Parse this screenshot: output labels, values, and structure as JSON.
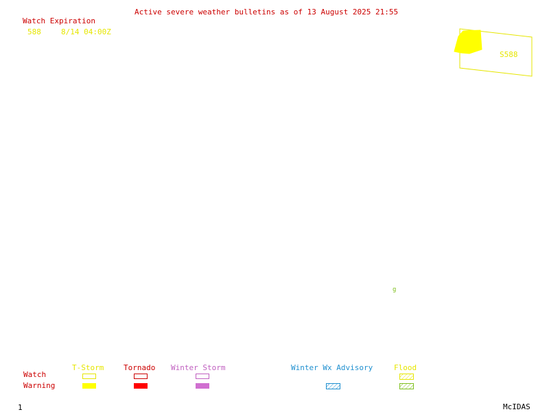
{
  "title": "Active severe weather bulletins as of 13 August 2025 21:55",
  "watch_expiration": {
    "heading": "Watch Expiration",
    "entries": [
      {
        "id": "588",
        "expires": "8/14 04:00Z"
      }
    ]
  },
  "map": {
    "watch_polygon_label": "S588",
    "flood_marker_label": "g"
  },
  "legend": {
    "row_labels": {
      "watch": "Watch",
      "warning": "Warning"
    },
    "categories": [
      {
        "key": "tstorm",
        "label": "T-Storm",
        "color": "#ffff00"
      },
      {
        "key": "tornado",
        "label": "Tornado",
        "color": "#ff0000"
      },
      {
        "key": "winter_storm",
        "label": "Winter Storm",
        "color": "#d070d0"
      },
      {
        "key": "winter_wx_advisory",
        "label": "Winter Wx Advisory",
        "color": "#2090d0"
      },
      {
        "key": "flood",
        "label": "Flood",
        "color": "#80c020"
      }
    ]
  },
  "footer": {
    "frame_number": "1",
    "brand": "McIDAS"
  }
}
